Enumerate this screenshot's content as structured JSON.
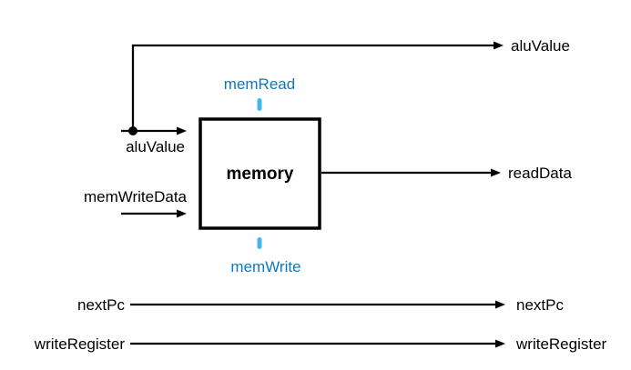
{
  "diagram": {
    "block": {
      "label": "memory"
    },
    "controls": {
      "mem_read": "memRead",
      "mem_write": "memWrite"
    },
    "signals": {
      "alu_value_in": "aluValue",
      "alu_value_out": "aluValue",
      "mem_write_data": "memWriteData",
      "read_data": "readData",
      "next_pc_left": "nextPc",
      "next_pc_right": "nextPc",
      "write_register_left": "writeRegister",
      "write_register_right": "writeRegister"
    },
    "colors": {
      "line": "#000000",
      "control_label": "#1077bd",
      "control_tick": "#41b7ec",
      "background": "#ffffff"
    }
  }
}
